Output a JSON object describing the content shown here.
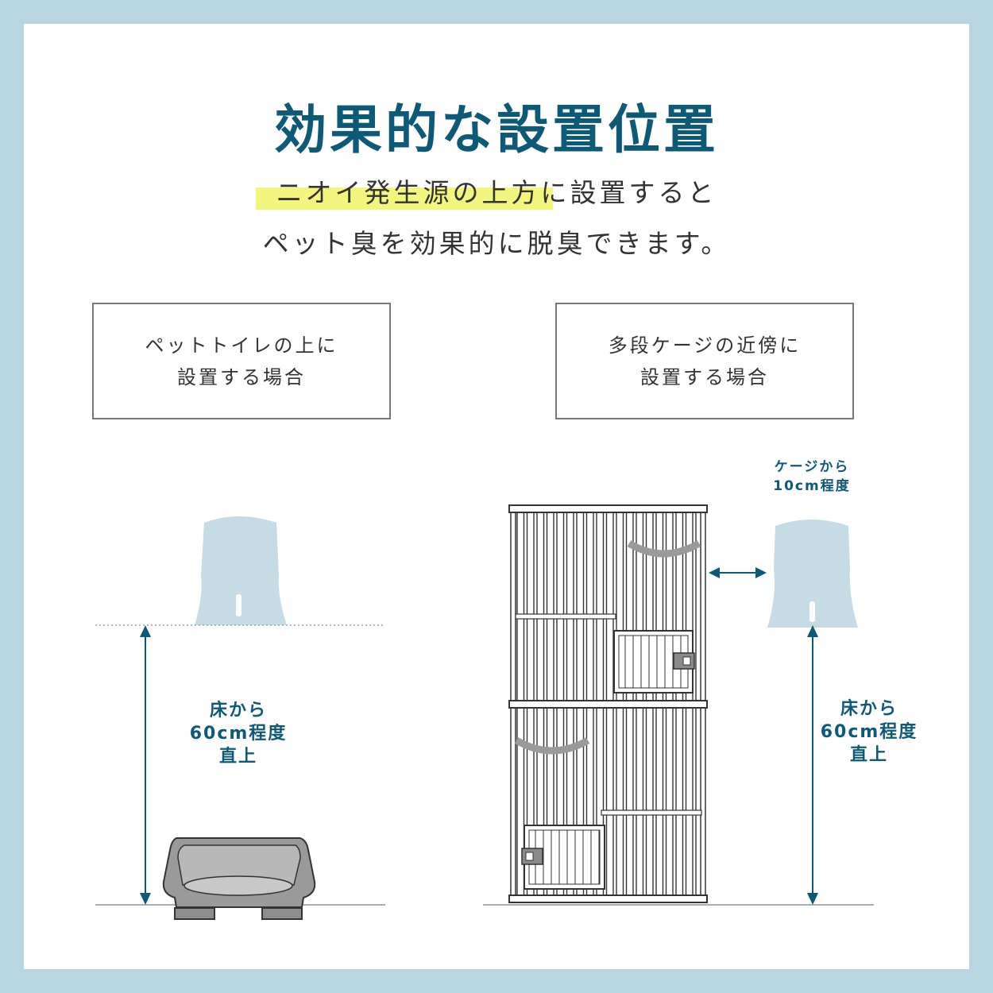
{
  "title": "効果的な設置位置",
  "subtitle": {
    "line1": "ニオイ発生源の上方に設置すると",
    "line2": "ペット臭を効果的に脱臭できます。"
  },
  "cases": [
    {
      "line1": "ペットトイレの上に",
      "line2": "設置する場合"
    },
    {
      "line1": "多段ケージの近傍に",
      "line2": "設置する場合"
    }
  ],
  "labels": {
    "left_height": {
      "line1": "床から",
      "line2": "60cm程度",
      "line3": "直上"
    },
    "right_distance": {
      "line1": "ケージから",
      "line2": "10cm程度"
    },
    "right_height": {
      "line1": "床から",
      "line2": "60cm程度",
      "line3": "直上"
    }
  },
  "colors": {
    "background": "#b8d5e2",
    "accent": "#0d5a78",
    "highlight": "#f2f67e",
    "device": "#c5dce6"
  },
  "icons": [
    "deodorizer-device",
    "pet-toilet",
    "cat-cage",
    "double-arrow"
  ]
}
